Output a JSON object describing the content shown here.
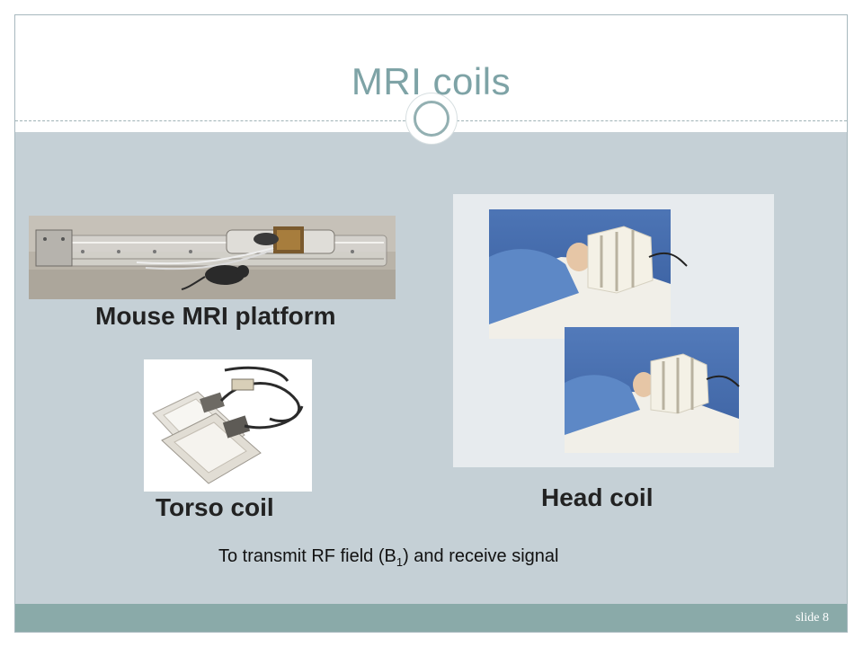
{
  "slide": {
    "title": "MRI coils",
    "slide_number": "slide 8"
  },
  "captions": {
    "mouse": "Mouse MRI platform",
    "torso": "Torso coil",
    "head": "Head coil"
  },
  "note": {
    "prefix": "To transmit RF field (B",
    "subscript": "1",
    "suffix": ") and receive signal"
  },
  "colors": {
    "title": "#7ea3a6",
    "content_bg": "#c5d0d6",
    "footer_bg": "#8aaaa9"
  }
}
